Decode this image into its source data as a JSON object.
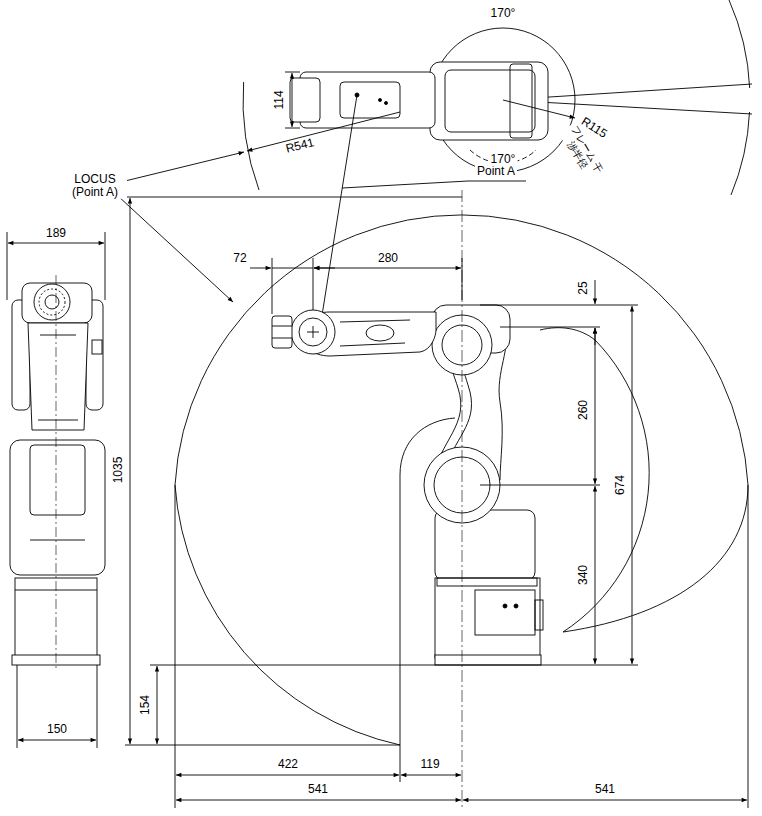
{
  "diagram": {
    "labels": [
      "170°",
      "114",
      "LOCUS (Point A)",
      "R541",
      "Point A",
      "170°",
      "R115",
      "フレーム 干渉半径",
      "189",
      "72",
      "280",
      "25",
      "260",
      "674",
      "340",
      "1035",
      "154",
      "150",
      "422",
      "119",
      "541",
      "541"
    ]
  }
}
